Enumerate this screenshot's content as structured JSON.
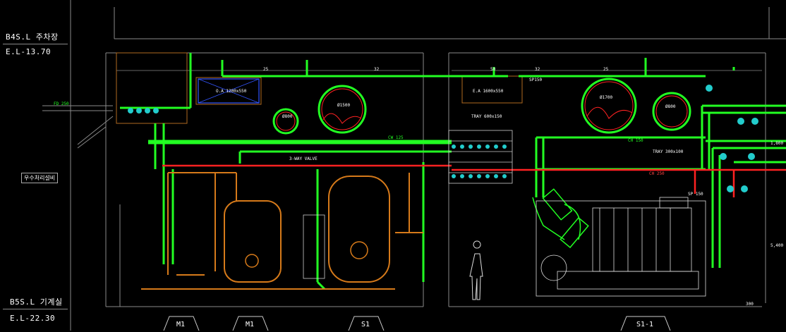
{
  "levels": [
    {
      "name": "B4S.L  주차장",
      "elevation": "E.L-13.70"
    },
    {
      "name": "B5S.L  기계실",
      "elevation": "E.L-22.30"
    }
  ],
  "room_label": "우수처리설비",
  "section_marks": [
    "M1",
    "M1",
    "S1",
    "S1-1"
  ],
  "dimensions": {
    "top": [
      "25",
      "32",
      "50",
      "32",
      "25"
    ],
    "right_side": [
      "1,800",
      "5,400",
      "300"
    ]
  },
  "equipment": {
    "duct_1": "O.A 1200x550",
    "duct_2": "E.A 1600x550",
    "duct_3": "SP150",
    "round_duct_1": "Ø1500",
    "round_duct_2": "Ø1700",
    "round_duct_3": "Ø800",
    "round_duct_4": "Ø800",
    "pipe_fd": "FD 250",
    "pipe_label_1": "CW 125",
    "pipe_label_2": "CH 150",
    "pipe_label_3": "CH 250",
    "pipe_label_4": "TRAY 300x100",
    "pipe_label_5": "TRAY 600x150",
    "pipe_label_6": "3-WAY VALVE",
    "pipe_label_7": "SP 150"
  }
}
